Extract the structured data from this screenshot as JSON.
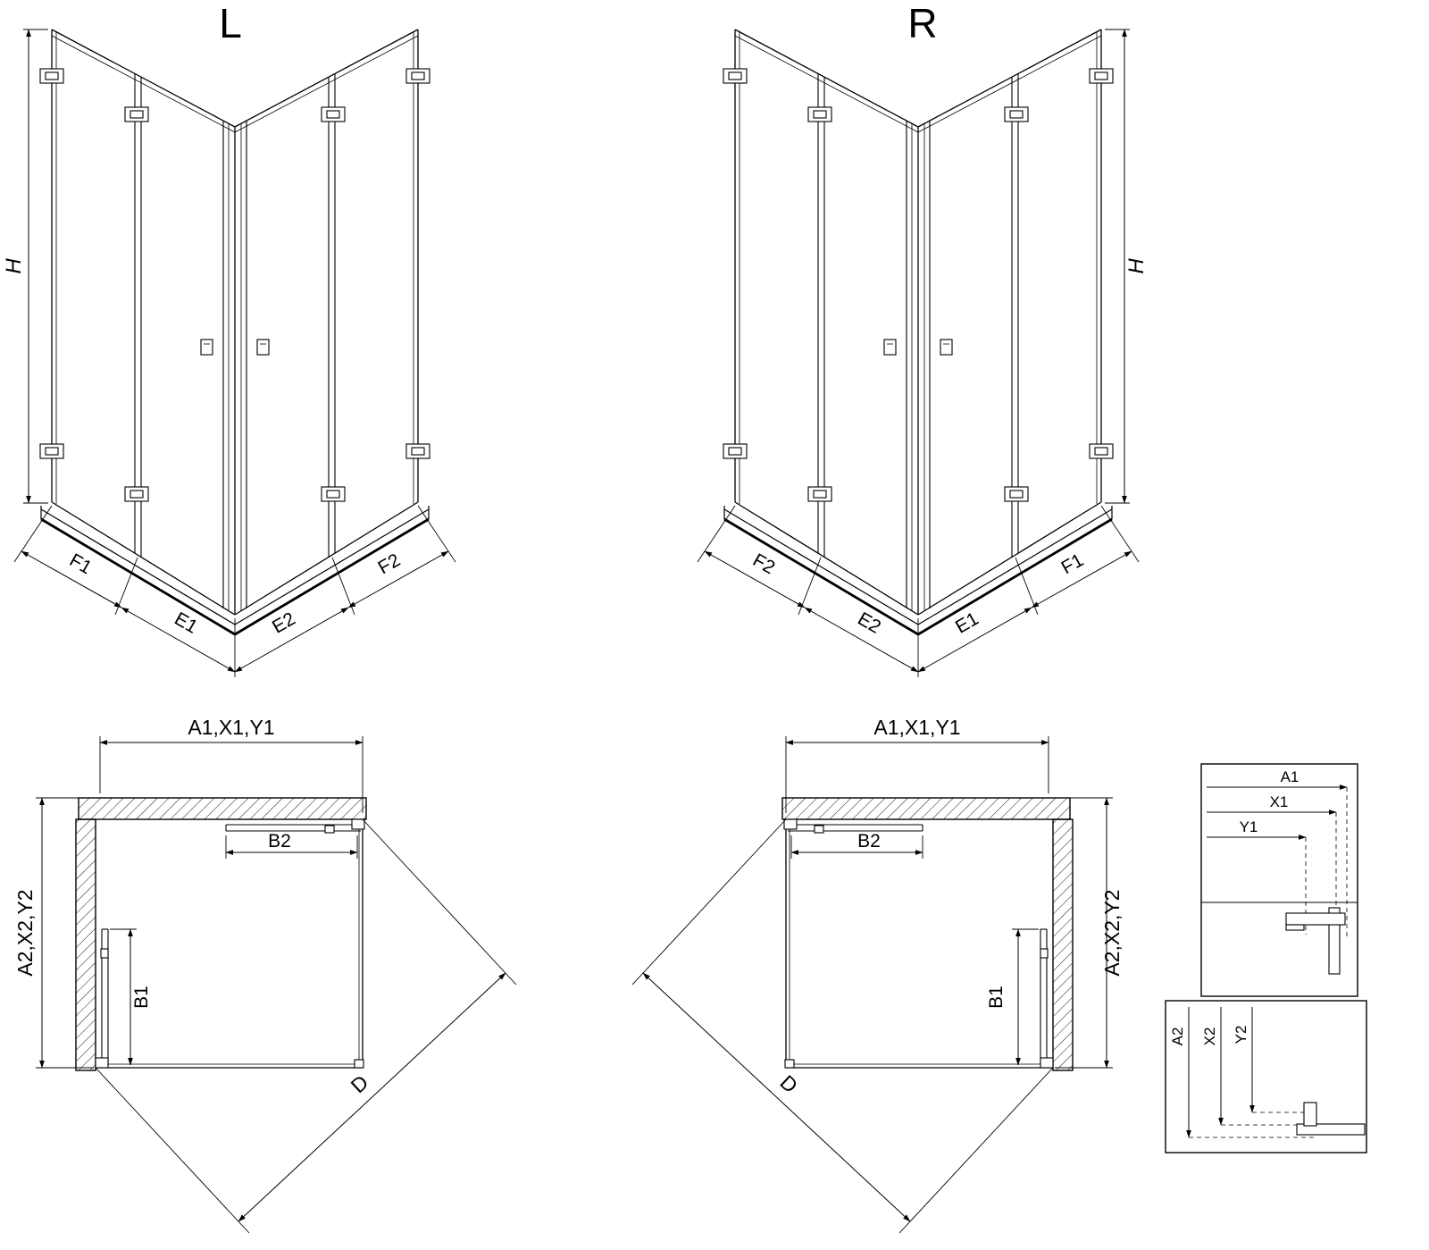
{
  "iso_left": {
    "title": "L",
    "height": "H",
    "dim_f1": "F1",
    "dim_e1": "E1",
    "dim_e2": "E2",
    "dim_f2": "F2"
  },
  "iso_right": {
    "title": "R",
    "height": "H",
    "dim_f2": "F2",
    "dim_e2": "E2",
    "dim_e1": "E1",
    "dim_f1": "F1"
  },
  "plan_left": {
    "width_dim": "A1,X1,Y1",
    "depth_dim": "A2,X2,Y2",
    "door_top": "B2",
    "door_side": "B1",
    "diagonal": "D"
  },
  "plan_right": {
    "width_dim": "A1,X1,Y1",
    "depth_dim": "A2,X2,Y2",
    "door_top": "B2",
    "door_side": "B1",
    "diagonal": "D"
  },
  "detail_width": {
    "a1": "A1",
    "x1": "X1",
    "y1": "Y1"
  },
  "detail_depth": {
    "a2": "A2",
    "x2": "X2",
    "y2": "Y2"
  }
}
